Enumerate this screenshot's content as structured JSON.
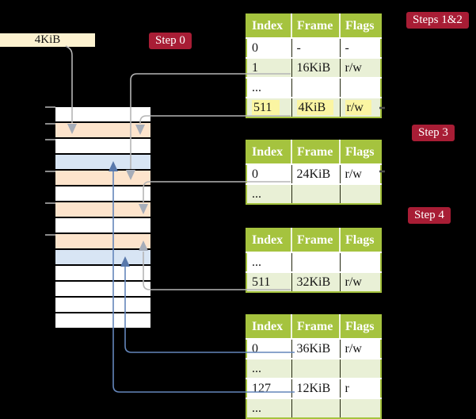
{
  "colors": {
    "accent_red": "#a81d35",
    "table_header_green": "#a5c33e",
    "table_row_green": "#e9f0d6",
    "highlight_yellow": "#fbf5a2",
    "mem_orange": "#fde4cc",
    "mem_blue": "#d8e5f4",
    "box_cream": "#fdf2d0",
    "arrow_gray": "#b5b5b5",
    "arrow_gray_head": "#a6adb9",
    "arrow_blue": "#6486bb",
    "arrow_blue_head": "#5878ab"
  },
  "page_box": {
    "label": "4KiB"
  },
  "step_labels": {
    "step0": "Step 0",
    "steps12": "Steps 1&2",
    "step3": "Step 3",
    "step4": "Step 4"
  },
  "memory": {
    "rows": [
      "white",
      "orange",
      "white",
      "blue",
      "orange",
      "white",
      "orange",
      "white",
      "orange",
      "blue",
      "white",
      "white",
      "white",
      "white"
    ]
  },
  "tables": {
    "columns": [
      "Index",
      "Frame",
      "Flags"
    ],
    "table1": {
      "rows": [
        {
          "index": "0",
          "frame": "-",
          "flags": "-",
          "shade": false,
          "highlight": false
        },
        {
          "index": "1",
          "frame": "16KiB",
          "flags": "r/w",
          "shade": true,
          "highlight": false
        },
        {
          "index": "...",
          "frame": "",
          "flags": "",
          "shade": false,
          "highlight": false
        },
        {
          "index": "511",
          "frame": "4KiB",
          "flags": "r/w",
          "shade": true,
          "highlight": true
        }
      ]
    },
    "table2": {
      "rows": [
        {
          "index": "0",
          "frame": "24KiB",
          "flags": "r/w",
          "shade": false,
          "highlight": false
        },
        {
          "index": "...",
          "frame": "",
          "flags": "",
          "shade": true,
          "highlight": false
        }
      ]
    },
    "table3": {
      "rows": [
        {
          "index": "...",
          "frame": "",
          "flags": "",
          "shade": false,
          "highlight": false
        },
        {
          "index": "511",
          "frame": "32KiB",
          "flags": "r/w",
          "shade": true,
          "highlight": false
        }
      ]
    },
    "table4": {
      "rows": [
        {
          "index": "0",
          "frame": "36KiB",
          "flags": "r/w",
          "shade": false,
          "highlight": false
        },
        {
          "index": "...",
          "frame": "",
          "flags": "",
          "shade": true,
          "highlight": false
        },
        {
          "index": "127",
          "frame": "12KiB",
          "flags": "r",
          "shade": false,
          "highlight": false
        },
        {
          "index": "...",
          "frame": "",
          "flags": "",
          "shade": true,
          "highlight": false
        }
      ]
    }
  }
}
